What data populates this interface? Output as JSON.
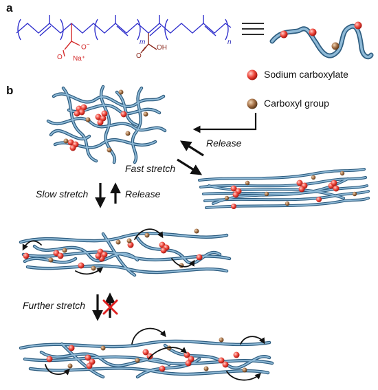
{
  "panels": {
    "a": "a",
    "b": "b"
  },
  "chemistry": {
    "carboxylate": "O",
    "carboxylate_charge": "−",
    "carboxylate_o": "O",
    "counterion": "Na⁺",
    "carboxyl_o": "O",
    "carboxyl_oh": "OH",
    "index_m": "m",
    "index_n": "n"
  },
  "legend": {
    "sodium": "Sodium carboxylate",
    "carboxyl": "Carboxyl group"
  },
  "labels": {
    "release_top": "Release",
    "fast_stretch": "Fast stretch",
    "slow_stretch": "Slow stretch",
    "release_mid": "Release",
    "further_stretch": "Further stretch"
  },
  "colors": {
    "chain": "#4f86ad",
    "sodium": "#e8473c",
    "carboxyl": "#9a6a43",
    "backbone": "#2f2fcc",
    "sidechain": "#d42a2a",
    "forbidden": "#e02020"
  }
}
